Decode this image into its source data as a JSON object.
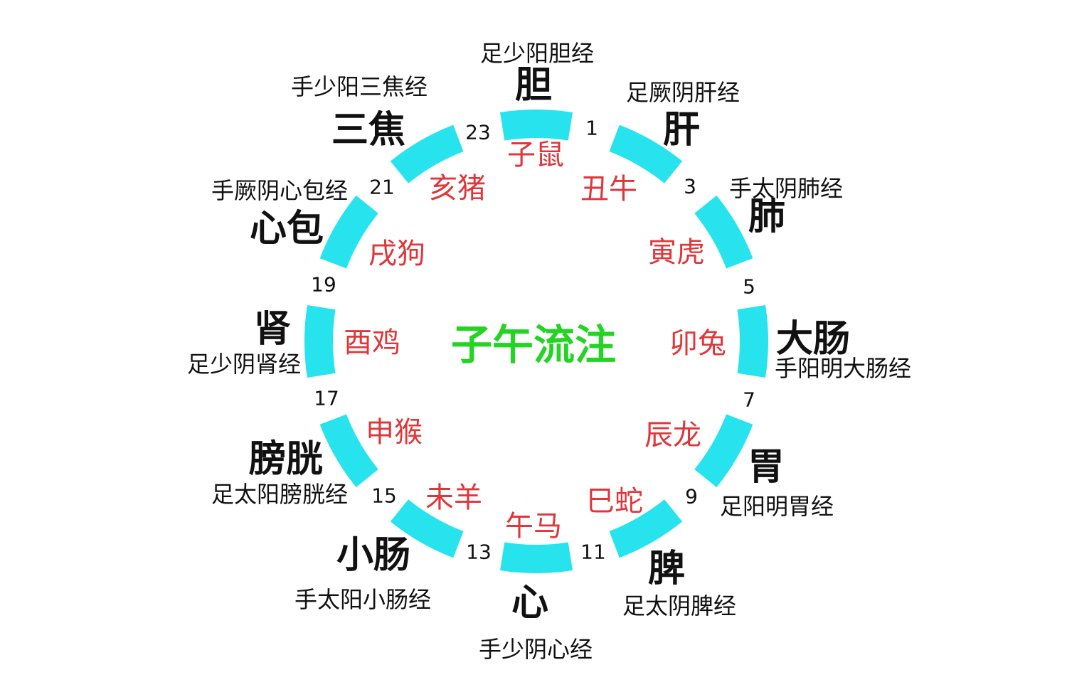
{
  "title": "子午流注",
  "colors": {
    "arc": "#26e3ee",
    "zodiac_text": "#e0363a",
    "title_text": "#25d325",
    "label_text": "#111111"
  },
  "hours": [
    "1",
    "3",
    "5",
    "7",
    "9",
    "11",
    "13",
    "15",
    "17",
    "19",
    "21",
    "23"
  ],
  "segments": [
    {
      "zodiac": "子鼠",
      "organ": "胆",
      "meridian": "足少阳胆经"
    },
    {
      "zodiac": "丑牛",
      "organ": "肝",
      "meridian": "足厥阴肝经"
    },
    {
      "zodiac": "寅虎",
      "organ": "肺",
      "meridian": "手太阴肺经"
    },
    {
      "zodiac": "卯兔",
      "organ": "大肠",
      "meridian": "手阳明大肠经"
    },
    {
      "zodiac": "辰龙",
      "organ": "胃",
      "meridian": "足阳明胃经"
    },
    {
      "zodiac": "巳蛇",
      "organ": "脾",
      "meridian": "足太阴脾经"
    },
    {
      "zodiac": "午马",
      "organ": "心",
      "meridian": "手少阴心经"
    },
    {
      "zodiac": "未羊",
      "organ": "小肠",
      "meridian": "手太阳小肠经"
    },
    {
      "zodiac": "申猴",
      "organ": "膀胱",
      "meridian": "足太阳膀胱经"
    },
    {
      "zodiac": "酉鸡",
      "organ": "肾",
      "meridian": "足少阴肾经"
    },
    {
      "zodiac": "戌狗",
      "organ": "心包",
      "meridian": "手厥阴心包经"
    },
    {
      "zodiac": "亥猪",
      "organ": "三焦",
      "meridian": "手少阳三焦经"
    }
  ]
}
